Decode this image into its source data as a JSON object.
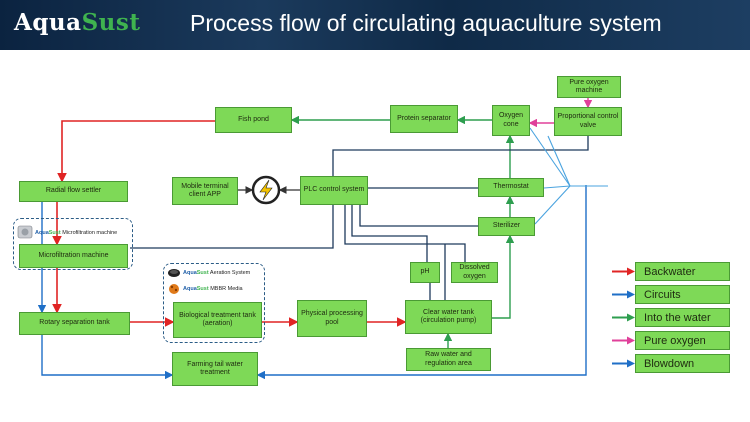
{
  "header": {
    "brand_a": "Aqua",
    "brand_b": "Sust",
    "title": "Process flow of circulating aquaculture system"
  },
  "nodes": {
    "fish_pond": "Fish pond",
    "protein_separator": "Protein separator",
    "oxygen_cone": "Oxygen cone",
    "pure_oxygen_machine": "Pure oxygen machine",
    "proportional_valve": "Proportional control valve",
    "radial_settler": "Radial flow settler",
    "mobile_app": "Mobile terminal client APP",
    "plc": "PLC control system",
    "thermostat": "Thermostat",
    "sterilizer": "Sterilizer",
    "microfiltration": "Microfiltration  machine",
    "ph": "pH",
    "dissolved_oxygen": "Dissolved oxygen",
    "rotary_tank": "Rotary separation tank",
    "bio_tank": "Biological treatment tank (aeration)",
    "physical_pool": "Physical processing pool",
    "clear_water": "Clear water tank (circulation pump)",
    "raw_water": "Raw water and regulation area",
    "tail_water": "Farming tail water treatment"
  },
  "labels": {
    "micro_brand_a": "Aqua",
    "micro_brand_b": "Sust",
    "micro_text": " Microfiltration machine",
    "aer_brand_a": "Aqua",
    "aer_brand_b": "Sust",
    "aer_text": " Aeration System",
    "mbbr_brand_a": "Aqua",
    "mbbr_brand_b": "Sust",
    "mbbr_text": " MBBR Media"
  },
  "legend": [
    {
      "label": "Backwater",
      "color": "#e02424"
    },
    {
      "label": "Circuits",
      "color": "#1f6fc7"
    },
    {
      "label": "Into the water",
      "color": "#2e9e4f"
    },
    {
      "label": "Pure oxygen",
      "color": "#e0409a"
    },
    {
      "label": "Blowdown",
      "color": "#1f6fc7"
    }
  ],
  "colors": {
    "backwater": "#e02424",
    "circuits": "#1f6fc7",
    "into_water": "#2e9e4f",
    "pure_oxygen": "#e0409a",
    "box_fill": "#7ed957",
    "header_bg": "#0f2a47"
  },
  "icons": {
    "plc_power": "lightning-bolt-icon"
  }
}
